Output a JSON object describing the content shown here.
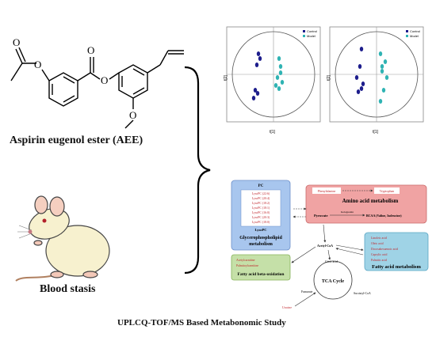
{
  "compound_name": "Aspirin eugenol ester  (AEE)",
  "condition_label": "Blood  stasis",
  "study_caption": "UPLCQ-TOF/MS Based Metabonomic Study",
  "pca_plots": [
    {
      "legend": [
        "Control",
        "Model"
      ],
      "xlabel": "t[1]",
      "ylabel": "t[2]",
      "colors": {
        "control": "#1d1d8c",
        "model": "#2fb3b3"
      }
    },
    {
      "legend": [
        "Control",
        "Model"
      ],
      "xlabel": "t[1]",
      "ylabel": "t[2]",
      "colors": {
        "control": "#1d1d8c",
        "model": "#2fb3b3"
      }
    }
  ],
  "pathway": {
    "glycerophospholipid": {
      "top": "PC",
      "items": [
        "LysoPC (22:6)",
        "LysoPC (20:4)",
        "LysoPC (18:2)",
        "LysoPC (18:1)",
        "LysoPC (16:0)",
        "LysoPC (20:3)",
        "LysoPC (18:0)"
      ],
      "bottom": "LysoPC",
      "title": "Glycerophospholipid metabolism"
    },
    "amino_acid": {
      "line1_left": "Phenylalanine",
      "line1_right": "Tryptophan",
      "title": "Amino acid metabolism",
      "line3_left": "Pyruvate",
      "line3_mid": "Isoleguanin",
      "line3_right": "BCAA (Valine, Isoleucine)"
    },
    "fatty_acid": {
      "items": [
        "Linoleic acid",
        "Oleic acid",
        "Docosahexaenoic acid",
        "Caprylic acid",
        "Palmitic acid"
      ],
      "title": "Fatty acid metabolism"
    },
    "beta_oxidation": {
      "items": [
        "Acetylcarnitine",
        "Palmitoylcarnitine"
      ],
      "title": "Fatty acid beta-oxidation"
    },
    "tca": {
      "title": "TCA Cycle",
      "acetyl": "Acetyl-CoA",
      "citric": "Citric acid",
      "fumarate": "Fumarate",
      "succinyl": "Succinyl-CoA",
      "uracil": "Uracine"
    }
  }
}
